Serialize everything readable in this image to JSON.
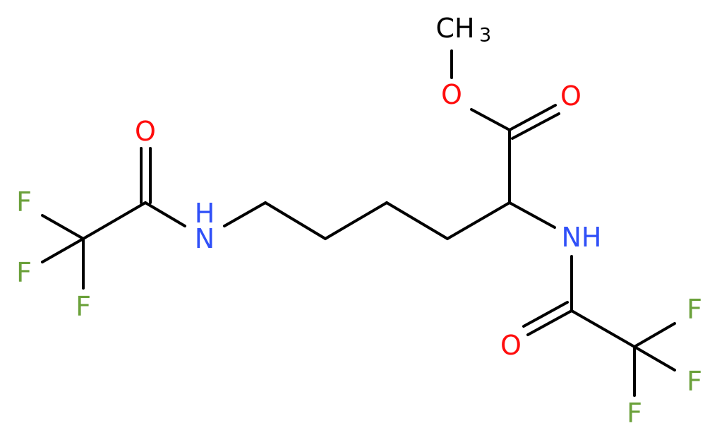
{
  "molecule": {
    "colors": {
      "bond": "#000000",
      "oxygen": "#ff0d0d",
      "nitrogen": "#3050f8",
      "fluorine": "#6ba13b",
      "carbon": "#000000"
    },
    "labels": {
      "methyl_c": "CH",
      "methyl_sub": "3",
      "ester_o": "O",
      "carbonyl_o_ester": "O",
      "nh_alpha": "NH",
      "carbonyl_o_alpha": "O",
      "f_right_1": "F",
      "f_right_2": "F",
      "f_right_3": "F",
      "nh_epsilon": "H\nN",
      "nh_epsilon_h": "H",
      "nh_epsilon_n": "N",
      "carbonyl_o_epsilon": "O",
      "f_left_1": "F",
      "f_left_2": "F",
      "f_left_3": "F"
    }
  }
}
